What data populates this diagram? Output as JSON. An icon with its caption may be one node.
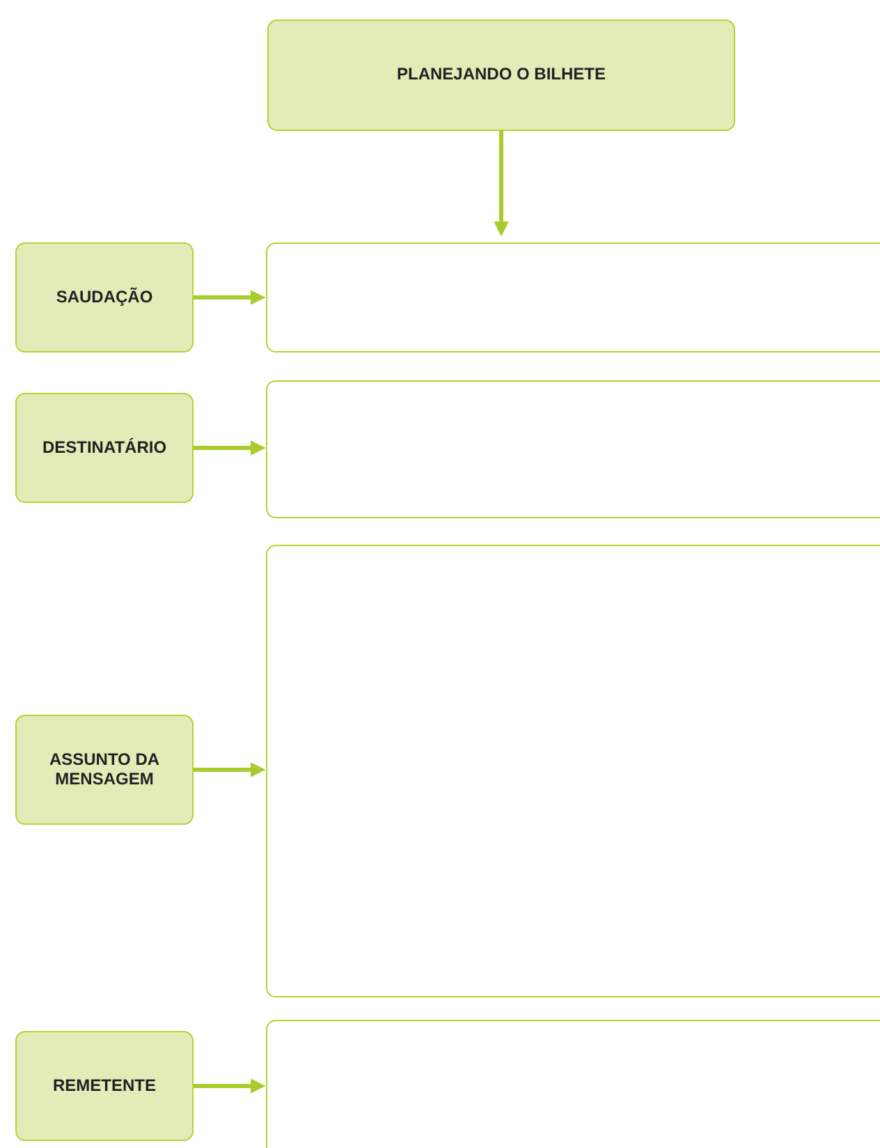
{
  "diagram": {
    "nodes": [
      {
        "text": [
          "PLANEJANDO O BILHETE"
        ]
      },
      {
        "text": [
          "SAUDAÇÃO"
        ]
      },
      {
        "text": [],
        "shape": "box"
      },
      {
        "text": [
          "DESTINATÁRIO"
        ]
      },
      {
        "text": [],
        "shape": "box"
      },
      {
        "text": [
          "ASSUNTO DA MENSAGEM"
        ]
      },
      {
        "text": [],
        "shape": "box"
      },
      {
        "text": [
          "REMETENTE"
        ]
      },
      {
        "text": [],
        "shape": "box"
      }
    ],
    "edges": [
      {
        "from": 0,
        "to": 2,
        "arrow": "to"
      },
      {
        "from": 1,
        "to": 2,
        "arrow": "to"
      },
      {
        "from": 3,
        "to": 4,
        "arrow": "to"
      },
      {
        "from": 5,
        "to": 6,
        "arrow": "to"
      },
      {
        "from": 7,
        "to": 8,
        "arrow": "to"
      }
    ]
  }
}
